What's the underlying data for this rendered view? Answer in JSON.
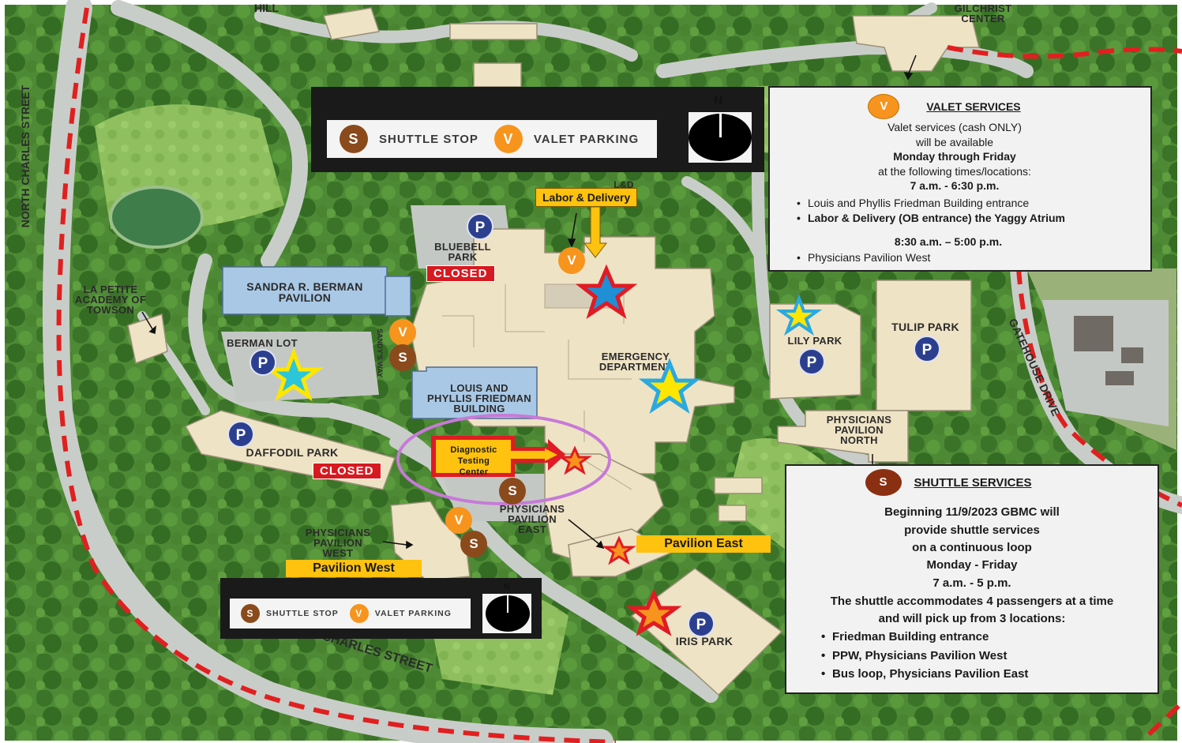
{
  "colors": {
    "parking_blue": "#2c3f8f",
    "shuttle_brown": "#8a4a1c",
    "valet_orange": "#f7941d",
    "closed_red": "#d71920",
    "label_yellow": "#ffc20e",
    "building_tan": "#efe3c5",
    "building_blue": "#a9c8e6",
    "tree_green": "#3f7d2c",
    "boundary_red": "#e02020"
  },
  "legend": {
    "shuttle_icon": "S",
    "shuttle_label": "SHUTTLE STOP",
    "valet_icon": "V",
    "valet_label": "VALET PARKING",
    "north": "N"
  },
  "roads": {
    "north_charles": "NORTH CHARLES STREET",
    "charles": "CHARLES STREET",
    "gatehouse": "GATEHOUSE DRIVE",
    "sandys_way": "SANDY'S WAY",
    "hill": "HILL"
  },
  "places": {
    "gilchrist": "GILCHRIST\nCENTER",
    "la_petite": "LA PETITE\nACADEMY OF\nTOWSON",
    "bluebell": "BLUEBELL\nPARK",
    "berman_pavilion": "SANDRA R. BERMAN\nPAVILION",
    "berman_lot": "BERMAN LOT",
    "friedman": "LOUIS AND\nPHYLLIS FRIEDMAN\nBUILDING",
    "emergency": "EMERGENCY\nDEPARTMENT",
    "lily": "LILY PARK",
    "tulip": "TULIP PARK",
    "ppn": "PHYSICIANS\nPAVILION\nNORTH",
    "daffodil": "DAFFODIL PARK",
    "ppe": "PHYSICIANS\nPAVILION\nEAST",
    "ppw": "PHYSICIANS\nPAVILION\nWEST",
    "iris": "IRIS PARK",
    "ld_small": "L&D"
  },
  "closed_label": "CLOSED",
  "labels": {
    "labor_delivery": "Labor & Delivery",
    "diagnostic": "Diagnostic\nTesting\nCenter",
    "pavilion_east": "Pavilion East",
    "pavilion_west": "Pavilion West"
  },
  "markers": {
    "parking": "P",
    "shuttle": "S",
    "valet": "V"
  },
  "valet_box": {
    "icon": "V",
    "title": "VALET SERVICES",
    "line1": "Valet services (cash ONLY)",
    "line2": "will be available",
    "line3": "Monday through Friday",
    "line4": "at the following times/locations:",
    "time1": "7 a.m. - 6:30 p.m.",
    "loc1": "Louis and Phyllis Friedman Building entrance",
    "loc2": "Labor & Delivery (OB entrance) the Yaggy Atrium",
    "time2": "8:30 a.m. – 5:00 p.m.",
    "loc3": "Physicians Pavilion West"
  },
  "shuttle_box": {
    "icon": "S",
    "title": "SHUTTLE SERVICES",
    "line1": "Beginning 11/9/2023 GBMC will",
    "line2": "provide shuttle services",
    "line3": "on a continuous loop",
    "line4": "Monday - Friday",
    "line5": "7 a.m. - 5 p.m.",
    "line6": "The shuttle accommodates 4 passengers at a time",
    "line7": "and will pick up from 3 locations:",
    "loc1": "Friedman Building entrance",
    "loc2": "PPW, Physicians Pavilion West",
    "loc3": "Bus loop, Physicians Pavilion East"
  }
}
